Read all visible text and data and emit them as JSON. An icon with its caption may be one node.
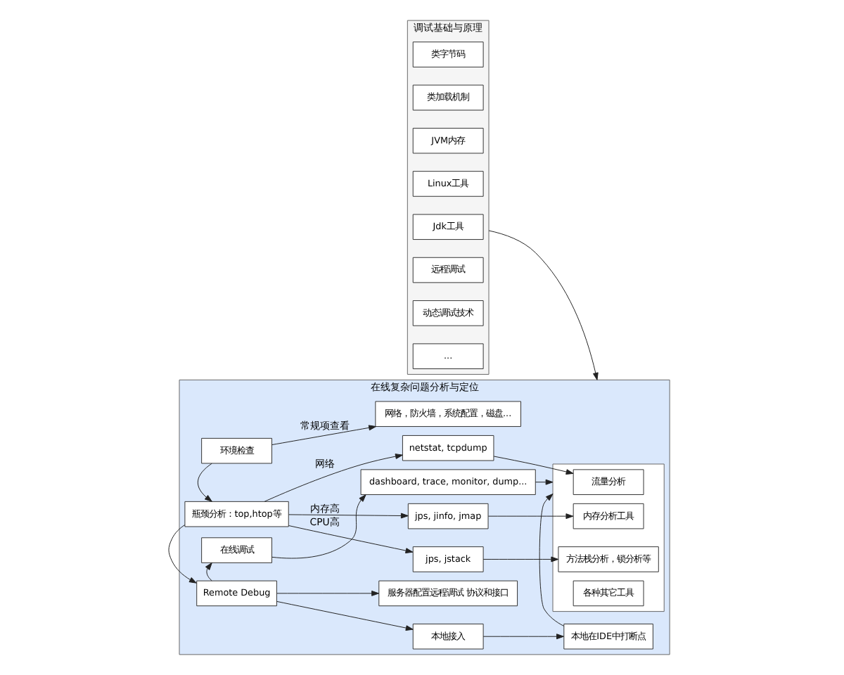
{
  "diagram": {
    "nodes": [
      {
        "text": [
          "调试基础与原理"
        ]
      },
      {
        "text": [
          "类字节码"
        ],
        "in": 0
      },
      {
        "text": [
          "类加载机制"
        ],
        "in": 0
      },
      {
        "text": [
          "JVM内存"
        ],
        "in": 0
      },
      {
        "text": [
          "Linux工具"
        ],
        "in": 0
      },
      {
        "text": [
          "Jdk工具"
        ],
        "in": 0
      },
      {
        "text": [
          "远程调试"
        ],
        "in": 0
      },
      {
        "text": [
          "动态调试技术"
        ],
        "in": 0
      },
      {
        "text": [
          "..."
        ],
        "in": 0
      },
      {
        "text": [
          "在线复杂问题分析与定位"
        ]
      },
      {
        "text": [
          "环境检查"
        ],
        "in": 9
      },
      {
        "text": [
          "网络，防火墙，系统配置，磁盘..."
        ],
        "in": 9
      },
      {
        "text": [
          "瓶颈分析：top,htop等"
        ],
        "in": 9
      },
      {
        "text": [
          "jps, jinfo, jmap"
        ],
        "in": 9
      },
      {
        "text": [
          "jps, jstack"
        ],
        "in": 9
      },
      {
        "text": [
          "netstat, tcpdump"
        ],
        "in": 9
      },
      {
        "text": [],
        "shape": "box",
        "in": 9
      },
      {
        "text": [
          "内存分析工具"
        ],
        "in": 16
      },
      {
        "text": [
          "方法栈分析，锁分析等"
        ],
        "in": 16
      },
      {
        "text": [
          "流量分析"
        ],
        "in": 16
      },
      {
        "text": [
          "各种其它工具"
        ],
        "in": 16
      },
      {
        "text": [
          "Remote Debug"
        ],
        "in": 9
      },
      {
        "text": [
          "服务器配置远程调试 协议和接口"
        ],
        "in": 9
      },
      {
        "text": [
          "本地接入"
        ],
        "in": 9
      },
      {
        "text": [
          "本地在IDE中打断点"
        ],
        "in": 9
      },
      {
        "text": [
          "在线调试"
        ],
        "in": 9
      },
      {
        "text": [
          "dashboard, trace, monitor, dump..."
        ],
        "in": 9
      }
    ],
    "edges": [
      {
        "from": 0,
        "to": 9,
        "arrow": "to"
      },
      {
        "from": 10,
        "to": 11,
        "arrow": "to",
        "label": "常规项查看"
      },
      {
        "from": 10,
        "to": 12,
        "arrow": "to"
      },
      {
        "from": 12,
        "to": 13,
        "arrow": "to",
        "label": "内存高"
      },
      {
        "from": 12,
        "to": 14,
        "arrow": "to",
        "label": "CPU高"
      },
      {
        "from": 12,
        "to": 15,
        "arrow": "to",
        "label": "网络"
      },
      {
        "from": 13,
        "to": 17,
        "arrow": "to"
      },
      {
        "from": 14,
        "to": 18,
        "arrow": "to"
      },
      {
        "from": 15,
        "to": 19,
        "arrow": "to"
      },
      {
        "from": 12,
        "to": 21,
        "arrow": "to"
      },
      {
        "from": 21,
        "to": 22,
        "arrow": "to"
      },
      {
        "from": 21,
        "to": 23,
        "arrow": "to"
      },
      {
        "from": 23,
        "to": 24,
        "arrow": "to"
      },
      {
        "from": 24,
        "to": 16,
        "arrow": "to"
      },
      {
        "from": 21,
        "to": 25,
        "arrow": "to"
      },
      {
        "from": 25,
        "to": 26,
        "arrow": "to"
      },
      {
        "from": 26,
        "to": 16,
        "arrow": "to"
      }
    ]
  }
}
